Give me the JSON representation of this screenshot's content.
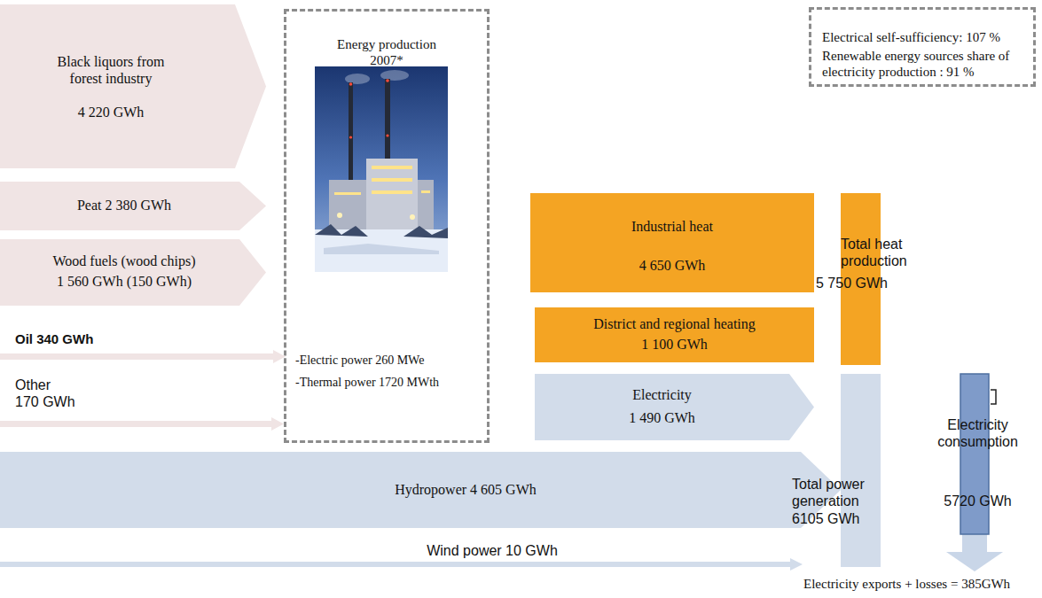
{
  "diagram": {
    "nodes": [
      {
        "text": [
          "Black liquors from forest industry",
          "4 220 GWh"
        ]
      },
      {
        "text": [
          "Energy production 2007*",
          "-Electric power 260 MWe",
          "-Thermal power 1720 MWth"
        ]
      },
      {
        "text": [
          "Peat 2 380 GWh"
        ]
      },
      {
        "text": [
          "Wood fuels (wood chips)",
          "1 560 GWh (150 GWh)"
        ]
      },
      {
        "text": [
          "Oil 340 GWh"
        ]
      },
      {
        "text": [
          "Other",
          "170 GWh"
        ]
      },
      {
        "text": [
          "Hydropower 4 605 GWh"
        ]
      },
      {
        "text": [
          "Wind power 10 GWh"
        ]
      },
      {
        "text": [
          "Industrial heat",
          "4 650 GWh"
        ]
      },
      {
        "text": [
          "District and regional heating",
          "1 100 GWh"
        ]
      },
      {
        "text": [
          "Electricity",
          "1 490 GWh"
        ]
      },
      {
        "text": [
          "Total heat production",
          "5 750 GWh"
        ]
      },
      {
        "text": [
          "Total power generation",
          "6105 GWh"
        ]
      },
      {
        "text": [
          "Electricity consumption",
          "5720 GWh"
        ]
      },
      {
        "text": [
          "Electrical self-sufficiency: 107 %",
          "Renewable energy sources share of electricity production : 91 %"
        ]
      }
    ],
    "labels": [
      "Electricity exports + losses = 385GWh"
    ]
  }
}
